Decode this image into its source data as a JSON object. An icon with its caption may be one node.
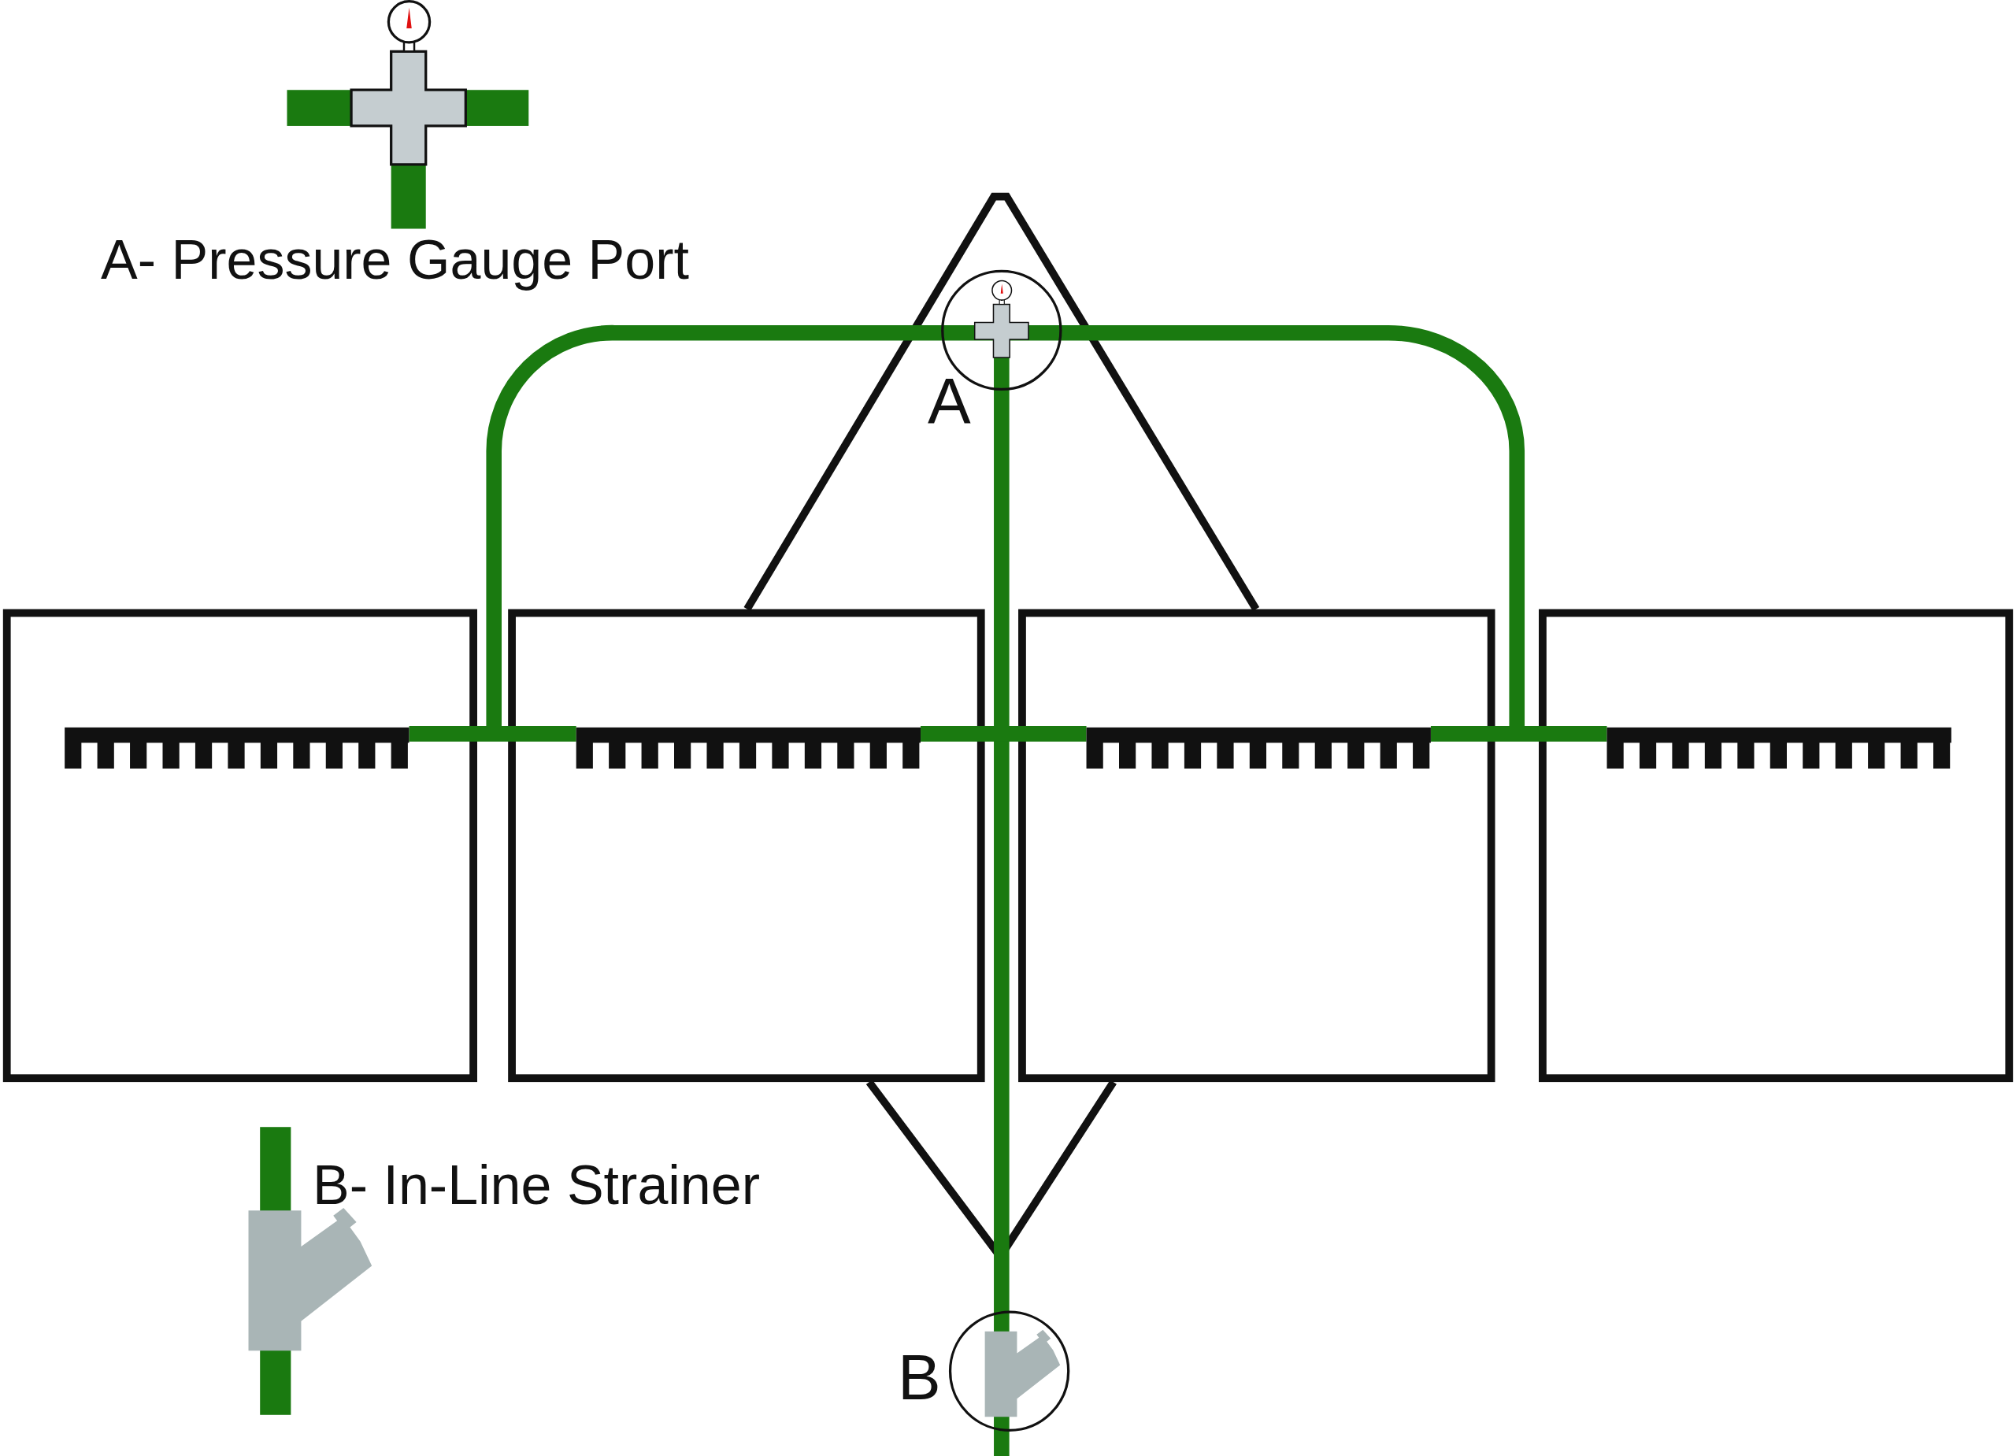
{
  "diagram": {
    "nodes": [
      {
        "text": [],
        "shape": "bar"
      },
      {
        "text": [],
        "shape": "bar"
      },
      {
        "text": [],
        "shape": "bar"
      },
      {
        "text": [],
        "shape": "bar"
      }
    ],
    "edges": [
      {
        "from": 0,
        "to": 1,
        "arrow": "none"
      },
      {
        "from": 1,
        "to": 2,
        "arrow": "none"
      },
      {
        "from": 2,
        "to": 3,
        "arrow": "none"
      }
    ],
    "labels": [
      "A- Pressure Gauge Port",
      "A",
      "B- In-Line Strainer",
      "B"
    ]
  }
}
